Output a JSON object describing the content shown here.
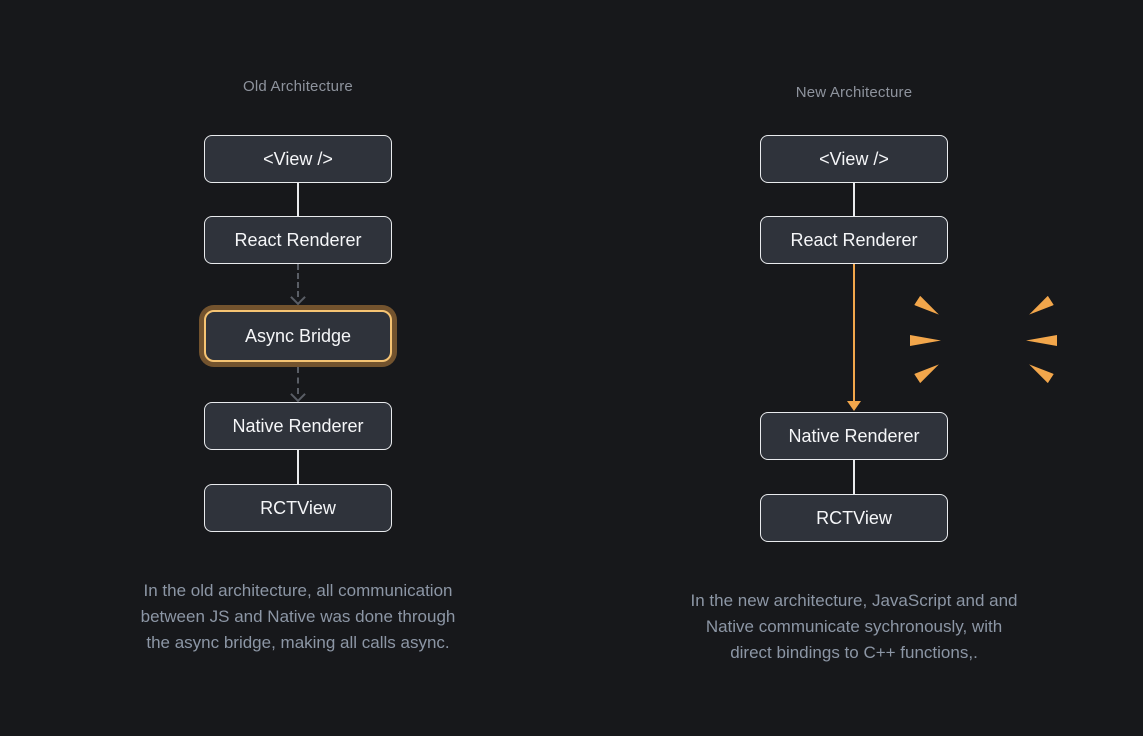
{
  "theme": {
    "background": "#17181b",
    "box_bg": "#2f333b",
    "box_border": "#e9ebee",
    "box_text": "#f5f6f8",
    "title_color": "#8e939d",
    "caption_color": "#8c96a5",
    "accent": "#f2a64b",
    "highlight_border": "#f6c473",
    "connector_color": "#5a5e66",
    "line_color": "#e9ebee"
  },
  "old": {
    "title": "Old Architecture",
    "nodes": [
      "<View />",
      "React Renderer",
      "Async Bridge",
      "Native Renderer",
      "RCTView"
    ],
    "caption": "In the old architecture, all communication\nbetween JS and Native was done through\nthe async bridge, making all calls async."
  },
  "new": {
    "title": "New Architecture",
    "nodes": [
      "<View />",
      "React Renderer",
      "Native Renderer",
      "RCTView"
    ],
    "caption": "In the new architecture, JavaScript and and\nNative communicate sychronously, with\ndirect bindings to C++ functions,."
  }
}
